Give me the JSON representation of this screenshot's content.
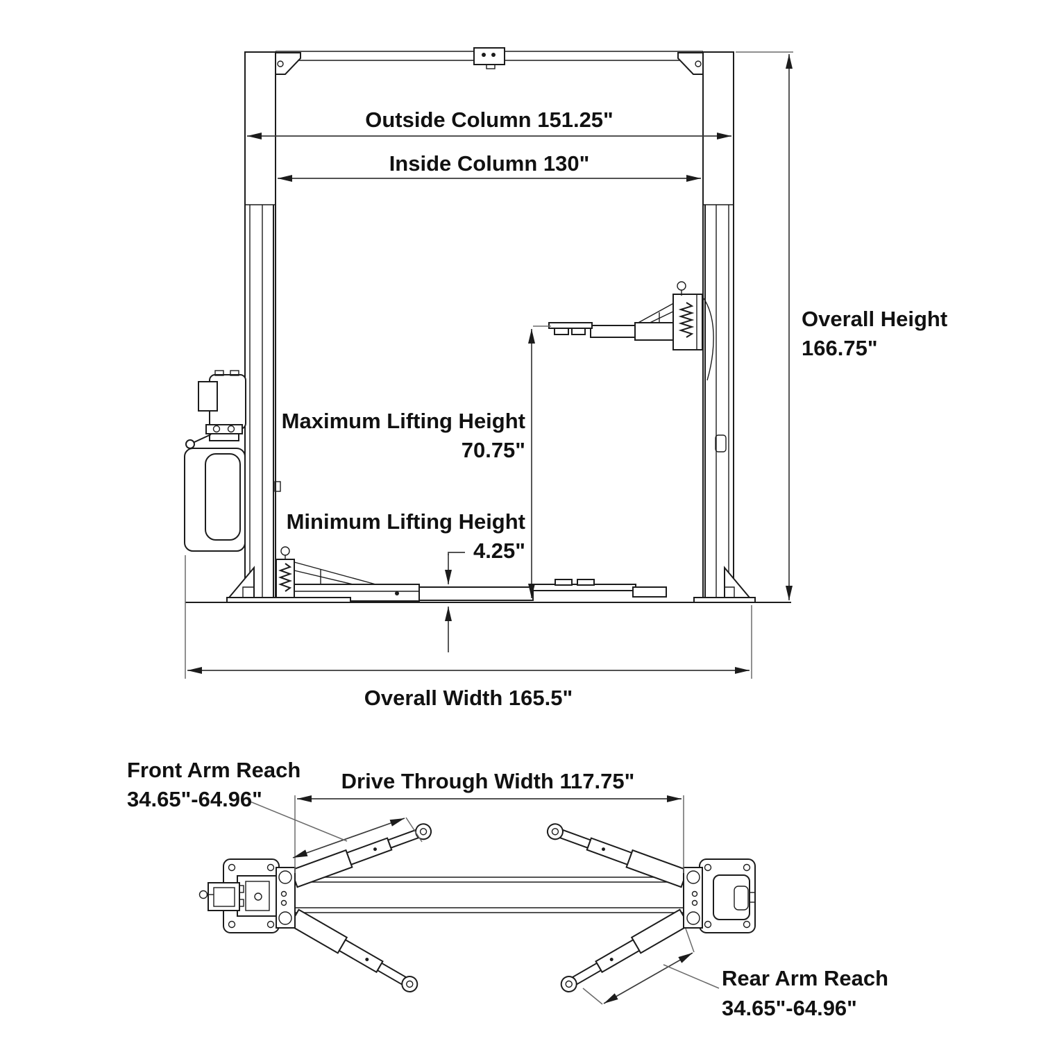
{
  "front_view": {
    "outside_column_label": "Outside Column 151.25\"",
    "inside_column_label": "Inside Column 130\"",
    "overall_height_label": "Overall Height",
    "overall_height_value": "166.75\"",
    "max_lifting_label": "Maximum Lifting Height",
    "max_lifting_value": "70.75\"",
    "min_lifting_label": "Minimum Lifting Height",
    "min_lifting_value": "4.25\"",
    "overall_width_label": "Overall Width 165.5\""
  },
  "plan_view": {
    "front_arm_reach_label": "Front Arm Reach",
    "front_arm_reach_value": "34.65\"-64.96\"",
    "drive_through_width_label": "Drive Through Width 117.75\"",
    "rear_arm_reach_label": "Rear Arm Reach",
    "rear_arm_reach_value": "34.65\"-64.96\""
  },
  "colors": {
    "structure_line": "#1c1c1c",
    "dimension_line": "#3a3a3a",
    "text": "#111111",
    "background": "#ffffff"
  }
}
